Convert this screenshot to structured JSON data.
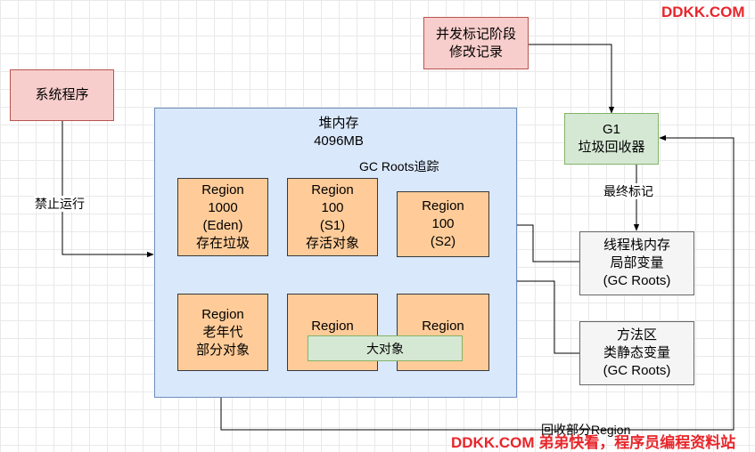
{
  "nodes": {
    "system_program": "系统程序",
    "concurrent_mark_modify": [
      "并发标记阶段",
      "修改记录"
    ],
    "g1_collector": [
      "G1",
      "垃圾回收器"
    ],
    "heap_title": [
      "堆内存",
      "4096MB"
    ],
    "region_eden": [
      "Region",
      "1000",
      "(Eden)",
      "存在垃圾"
    ],
    "region_s1": [
      "Region",
      "100",
      "(S1)",
      "存活对象"
    ],
    "region_s2": [
      "Region",
      "100",
      "(S2)"
    ],
    "region_old": [
      "Region",
      "老年代",
      "部分对象"
    ],
    "region_humongous_a": "Region",
    "region_humongous_b": "Region",
    "large_object": "大对象",
    "thread_stack": [
      "线程栈内存",
      "局部变量",
      "(GC Roots)"
    ],
    "method_area": [
      "方法区",
      "类静态变量",
      "(GC Roots)"
    ]
  },
  "edge_labels": {
    "stop_running": "禁止运行",
    "gc_roots_trace": "GC Roots追踪",
    "final_mark": "最终标记",
    "reclaim_region": "回收部分Region"
  },
  "watermarks": {
    "top": "DDKK.COM",
    "bottom": "DDKK.COM 弟弟快看，程序员编程资料站"
  },
  "colors": {
    "pink_fill": "#f8cecc",
    "green_fill": "#d5e8d4",
    "grey_fill": "#f5f5f5",
    "heap_fill": "#dae8fc",
    "region_fill": "#ffcc99",
    "watermark": "#e8262b"
  }
}
